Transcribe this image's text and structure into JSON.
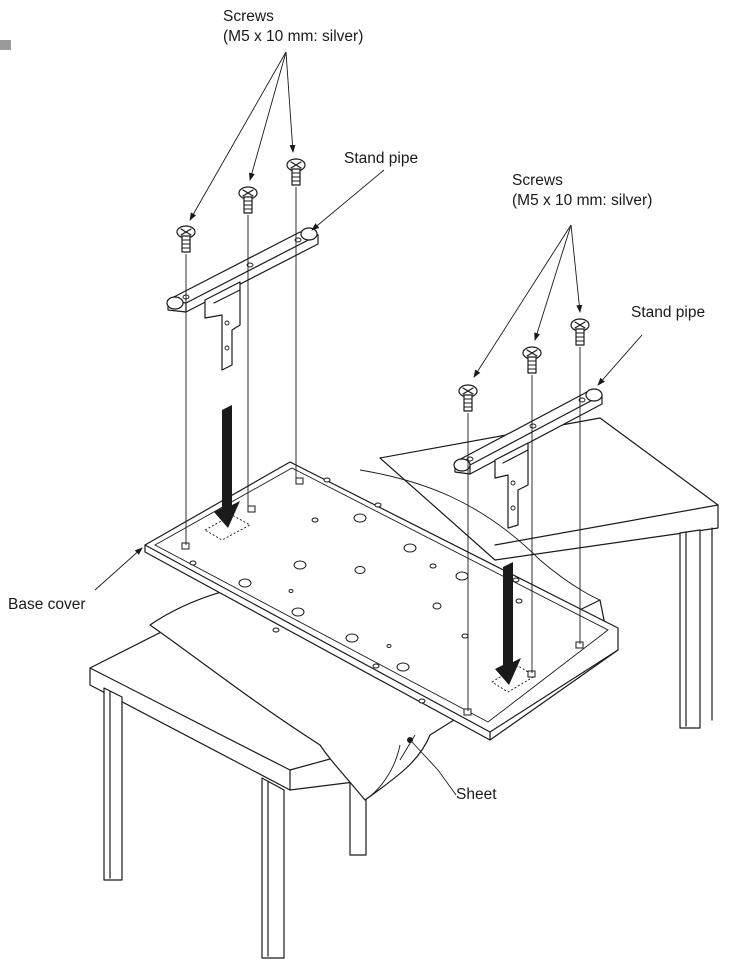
{
  "labels": {
    "screws_left_line1": "Screws",
    "screws_left_line2": "(M5 x 10 mm: silver)",
    "screws_right_line1": "Screws",
    "screws_right_line2": "(M5 x 10 mm: silver)",
    "stand_pipe_left": "Stand pipe",
    "stand_pipe_right": "Stand pipe",
    "base_cover": "Base cover",
    "sheet": "Sheet"
  }
}
